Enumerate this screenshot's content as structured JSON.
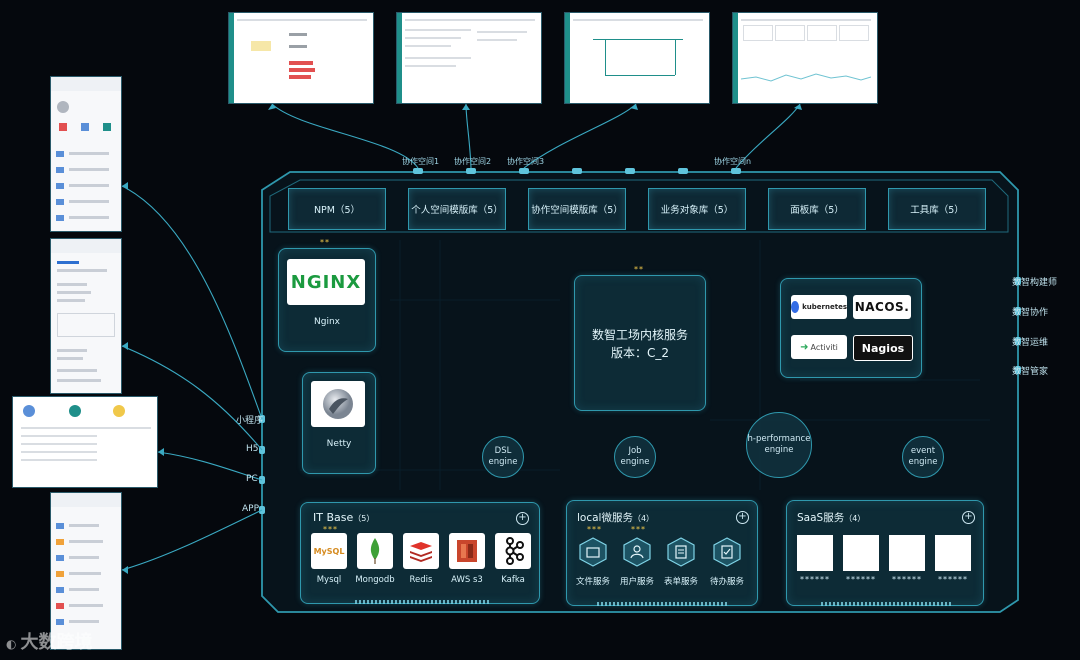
{
  "collab_spaces": [
    "协作空间1",
    "协作空间2",
    "协作空间3",
    "协作空间n"
  ],
  "top_libraries": [
    {
      "label": "NPM（5）"
    },
    {
      "label": "个人空间模版库（5）"
    },
    {
      "label": "协作空间模版库（5）"
    },
    {
      "label": "业务对象库（5）"
    },
    {
      "label": "面板库（5）"
    },
    {
      "label": "工具库（5）"
    }
  ],
  "nginx": {
    "logo": "NGINX",
    "label": "Nginx",
    "stars": "**"
  },
  "netty": {
    "label": "Netty"
  },
  "core": {
    "title": "数智工场内核服务",
    "version": "版本：C_2",
    "stars": "**"
  },
  "ops_logos": [
    "kubernetes",
    "NACOS.",
    "Activiti",
    "Nagios"
  ],
  "right_labels": [
    "数智构建师",
    "数智协作",
    "数智运维",
    "数智管家"
  ],
  "left_labels": [
    "小程序",
    "H5",
    "PC",
    "APP"
  ],
  "engines": [
    {
      "line1": "DSL",
      "line2": "engine"
    },
    {
      "line1": "Job",
      "line2": "engine"
    },
    {
      "line1": "h-performance",
      "line2": "engine"
    },
    {
      "line1": "event",
      "line2": "engine"
    }
  ],
  "it_base": {
    "title": "IT Base",
    "count": "（5）",
    "stars": "***",
    "items": [
      "Mysql",
      "Mongodb",
      "Redis",
      "AWS s3",
      "Kafka"
    ],
    "mysql_logo": "MySQL"
  },
  "local_services": {
    "title": "local微服务",
    "count": "（4）",
    "stars": "***",
    "items": [
      "文件服务",
      "用户服务",
      "表单服务",
      "待办服务"
    ]
  },
  "saas": {
    "title": "SaaS服务",
    "count": "（4）",
    "items": [
      "******",
      "******",
      "******",
      "******"
    ]
  },
  "watermark": "大数跨境",
  "colors": {
    "accent": "#2f98ad",
    "background": "#05080d",
    "star": "#f0c84a"
  }
}
